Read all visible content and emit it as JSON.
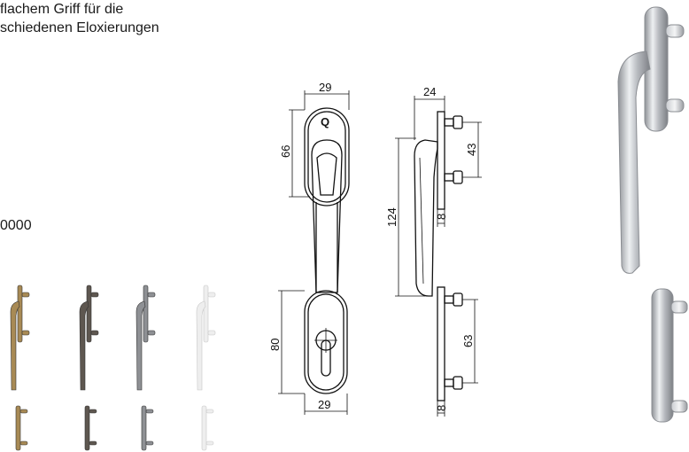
{
  "description": {
    "line1": "flachem Griff für die",
    "line2": "schiedenen Eloxierungen"
  },
  "article_code": "0000",
  "dimensions": {
    "front_width_top": "29",
    "front_top_height": "66",
    "front_bottom_height": "80",
    "front_width_bottom": "29",
    "side_depth": "24",
    "side_pin_spacing_top": "43",
    "side_total_height": "124",
    "side_base_top": "8",
    "side_pin_spacing_bottom": "63",
    "side_base_bottom": "8"
  },
  "finish_swatches": [
    {
      "name": "bronze",
      "color": "#a88a55"
    },
    {
      "name": "dark-bronze",
      "color": "#5e5750"
    },
    {
      "name": "silver",
      "color": "#8e9094"
    },
    {
      "name": "white",
      "color": "#eeeeee"
    }
  ],
  "photo_color": "#b9bcc0"
}
